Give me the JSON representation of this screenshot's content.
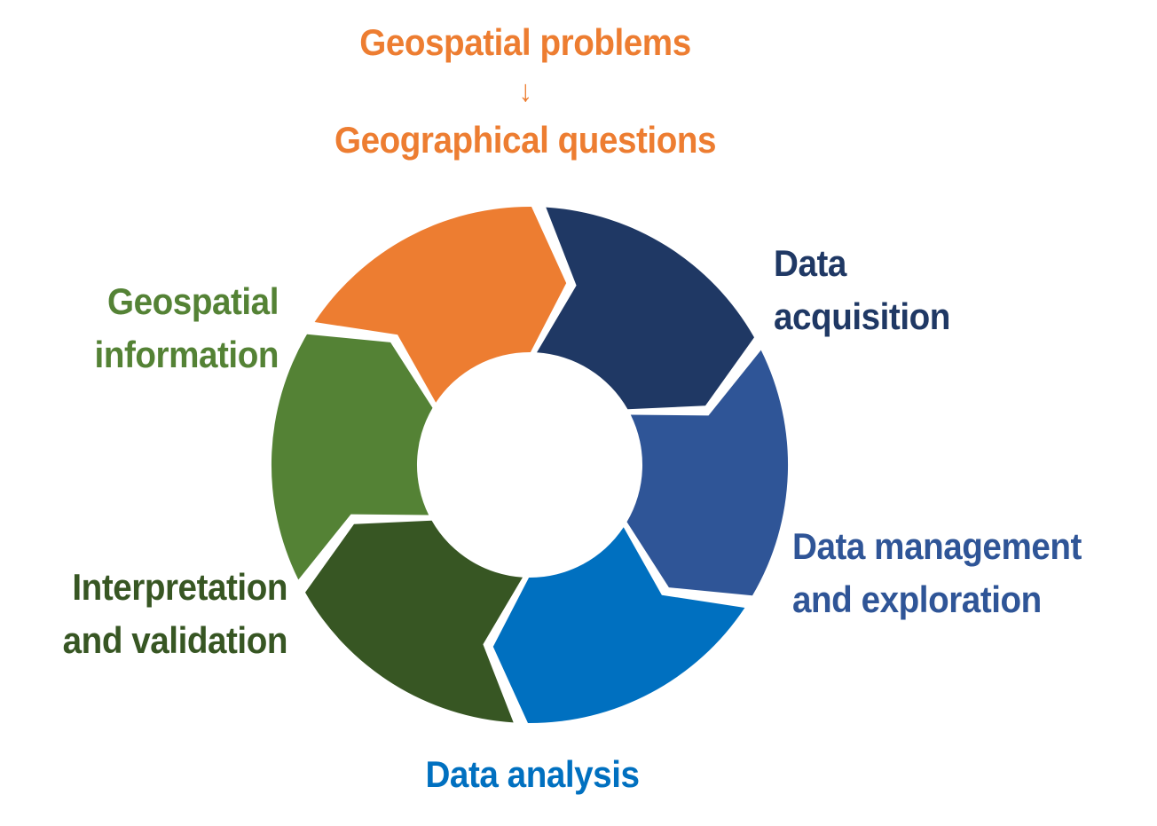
{
  "header": {
    "line1": "Geospatial problems",
    "arrow": "↓",
    "line2": "Geographical questions"
  },
  "stages": [
    {
      "id": "questions",
      "lines": [],
      "color": "#ED7D31"
    },
    {
      "id": "acquisition",
      "lines": [
        "Data",
        "acquisition"
      ],
      "color": "#1F3864"
    },
    {
      "id": "management",
      "lines": [
        "Data management",
        "and exploration"
      ],
      "color": "#2F5597"
    },
    {
      "id": "analysis",
      "lines": [
        "Data analysis"
      ],
      "color": "#0070C0"
    },
    {
      "id": "interpretation",
      "lines": [
        "Interpretation",
        "and validation"
      ],
      "color": "#375623"
    },
    {
      "id": "information",
      "lines": [
        "Geospatial",
        "information"
      ],
      "color": "#548235"
    }
  ]
}
